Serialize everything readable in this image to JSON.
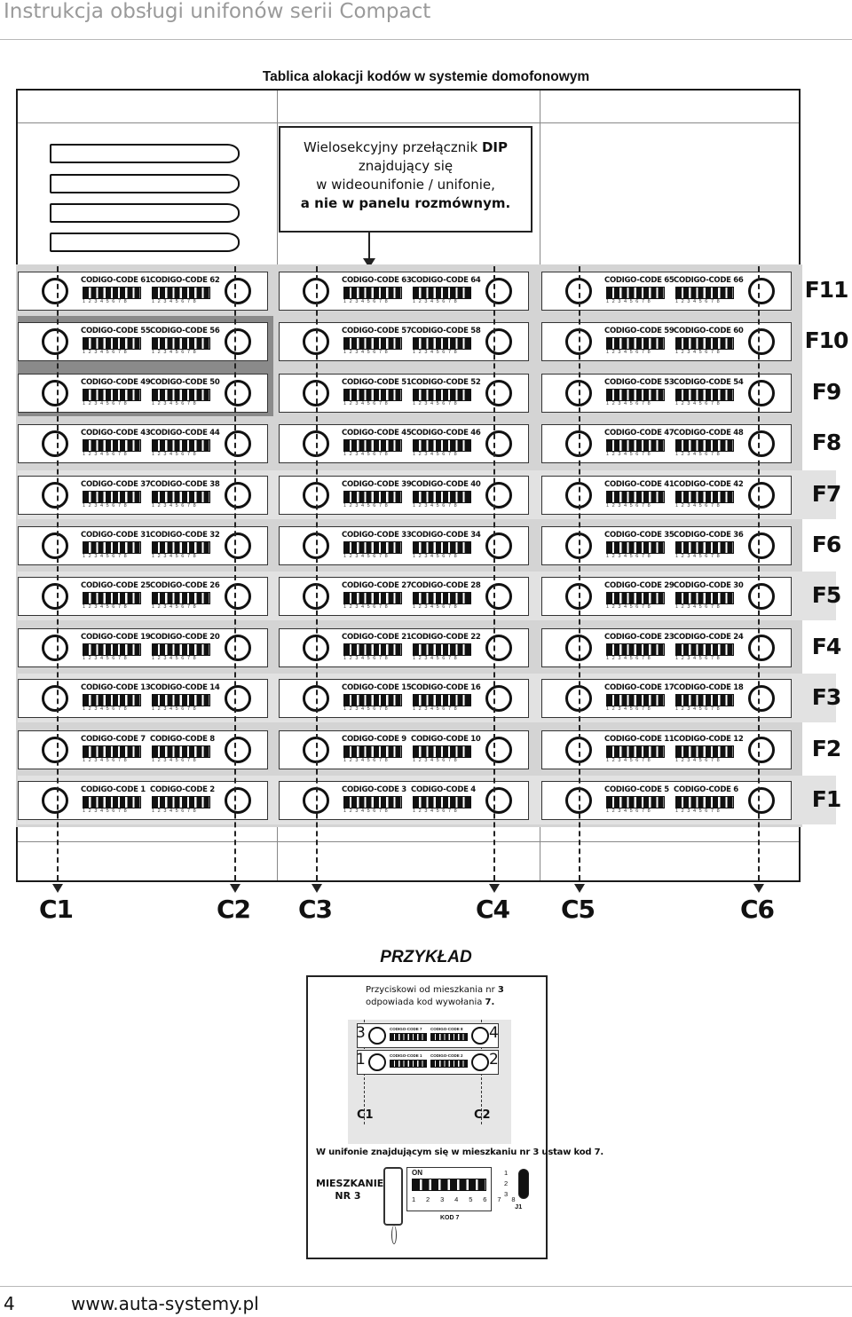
{
  "header": {
    "title": "Instrukcja obsługi unifonów serii Compact"
  },
  "section_title": "Tablica alokacji kodów w systemie domofonowym",
  "dip_note": {
    "line1_prefix": "Wielosekcyjny przełącznik ",
    "line1_bold": "DIP",
    "line2": "znajdujący się",
    "line3": "w wideounifonie / unifonie,",
    "line4_bold": "a nie w panelu rozmównym."
  },
  "code_prefix": "CODIGO-CODE",
  "dip_numbers": "12345678",
  "floors": [
    "F11",
    "F10",
    "F9",
    "F8",
    "F7",
    "F6",
    "F5",
    "F4",
    "F3",
    "F2",
    "F1"
  ],
  "columns": [
    "C1",
    "C2",
    "C3",
    "C4",
    "C5",
    "C6"
  ],
  "grid_codes": [
    [
      "61",
      "62",
      "63",
      "64",
      "65",
      "66"
    ],
    [
      "55",
      "56",
      "57",
      "58",
      "59",
      "60"
    ],
    [
      "49",
      "50",
      "51",
      "52",
      "53",
      "54"
    ],
    [
      "43",
      "44",
      "45",
      "46",
      "47",
      "48"
    ],
    [
      "37",
      "38",
      "39",
      "40",
      "41",
      "42"
    ],
    [
      "31",
      "32",
      "33",
      "34",
      "35",
      "36"
    ],
    [
      "25",
      "26",
      "27",
      "28",
      "29",
      "30"
    ],
    [
      "19",
      "20",
      "21",
      "22",
      "23",
      "24"
    ],
    [
      "13",
      "14",
      "15",
      "16",
      "17",
      "18"
    ],
    [
      "7",
      "8",
      "9",
      "10",
      "11",
      "12"
    ],
    [
      "1",
      "2",
      "3",
      "4",
      "5",
      "6"
    ]
  ],
  "example": {
    "title": "PRZYKŁAD",
    "text_line1_prefix": "Przyciskowi od mieszkania nr ",
    "text_line1_bold": "3",
    "text_line2_prefix": "odpowiada kod wywołania ",
    "text_line2_bold": "7.",
    "buttons": [
      "3",
      "4",
      "1",
      "2"
    ],
    "codes": [
      "CODIGO-CODE 7",
      "CODIGO-CODE 8",
      "CODIGO-CODE 1",
      "CODIGO-CODE 2"
    ],
    "cols": [
      "C1",
      "C2"
    ],
    "caption": "W unifonie znajdującym się w mieszkaniu nr 3 ustaw kod 7.",
    "apartment_line1": "MIESZKANIE",
    "apartment_line2": "NR 3",
    "dip_on": "ON",
    "dip_numbers": "1 2 3 4 5 6 7 8",
    "kod": "KOD 7",
    "jumper_numbers": [
      "1",
      "2",
      "3"
    ],
    "jumper_label": "J1"
  },
  "footer": {
    "page_number": "4",
    "url": "www.auta-systemy.pl"
  }
}
